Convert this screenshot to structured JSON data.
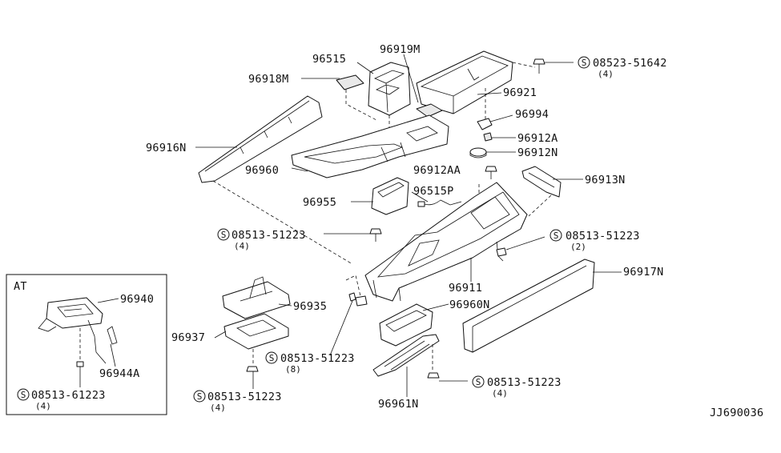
{
  "diagram": {
    "inset_title": "AT",
    "drawing_code": "JJ690036",
    "screw_symbol": "S",
    "labels": {
      "p96515": "96515",
      "p96919M": "96919M",
      "p96918M": "96918M",
      "p96921": "96921",
      "p96994": "96994",
      "p96912A": "96912A",
      "p96912N": "96912N",
      "p96916N": "96916N",
      "p96960": "96960",
      "p96912AA": "96912AA",
      "p96913N": "96913N",
      "p96955": "96955",
      "p96515P": "96515P",
      "p96911": "96911",
      "p96917N": "96917N",
      "p96935": "96935",
      "p96937": "96937",
      "p96960N": "96960N",
      "p96961N": "96961N",
      "p96940": "96940",
      "p96944A": "96944A"
    },
    "screws": {
      "s08523": {
        "part": "08523-51642",
        "qty": "(4)"
      },
      "s08513_left": {
        "part": "08513-51223",
        "qty": "(4)"
      },
      "s08513_right": {
        "part": "08513-51223",
        "qty": "(2)"
      },
      "s08513_mid": {
        "part": "08513-51223",
        "qty": "(8)"
      },
      "s08513_bottom_left": {
        "part": "08513-51223",
        "qty": "(4)"
      },
      "s08513_bottom_right": {
        "part": "08513-51223",
        "qty": "(4)"
      },
      "s08513_at": {
        "part": "08513-61223",
        "qty": "(4)"
      }
    }
  }
}
